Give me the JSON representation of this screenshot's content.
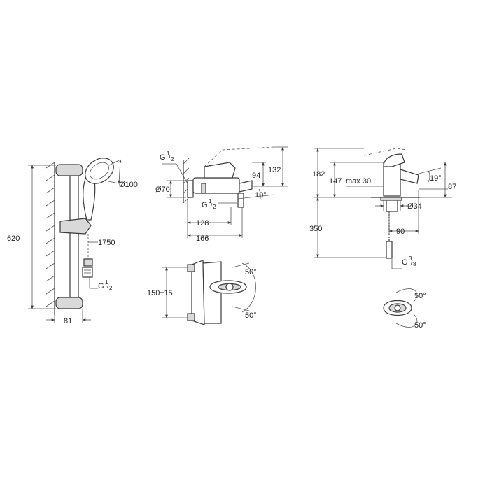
{
  "shower_set": {
    "height_label": "620",
    "handshower_diameter_label": "Ø100",
    "hose_length_label": "1750",
    "connection_label": "G",
    "connection_frac_num": "1",
    "connection_frac_den": "2",
    "wall_distance_label": "81"
  },
  "bath_mixer_side": {
    "top_connection_label": "G",
    "top_connection_frac_num": "1",
    "top_connection_frac_den": "2",
    "escutcheon_label": "Ø70",
    "outlet_connection_label": "G",
    "outlet_connection_frac_num": "1",
    "outlet_connection_frac_den": "2",
    "height_94": "94",
    "height_132": "132",
    "angle_label": "10°",
    "depth_128": "128",
    "depth_166": "166"
  },
  "bath_mixer_front": {
    "center_distance_label": "150±15",
    "angle_top": "50°",
    "angle_bottom": "50°"
  },
  "basin_mixer_side": {
    "height_182": "182",
    "height_147": "147",
    "max_label": "max 30",
    "angle_label": "19°",
    "height_87": "87",
    "hole_label": "Ø34",
    "length_350": "350",
    "reach_label": "90",
    "connection_label": "G",
    "connection_frac_num": "3",
    "connection_frac_den": "8"
  },
  "basin_mixer_top": {
    "angle_top": "50°",
    "angle_bottom": "50°"
  }
}
